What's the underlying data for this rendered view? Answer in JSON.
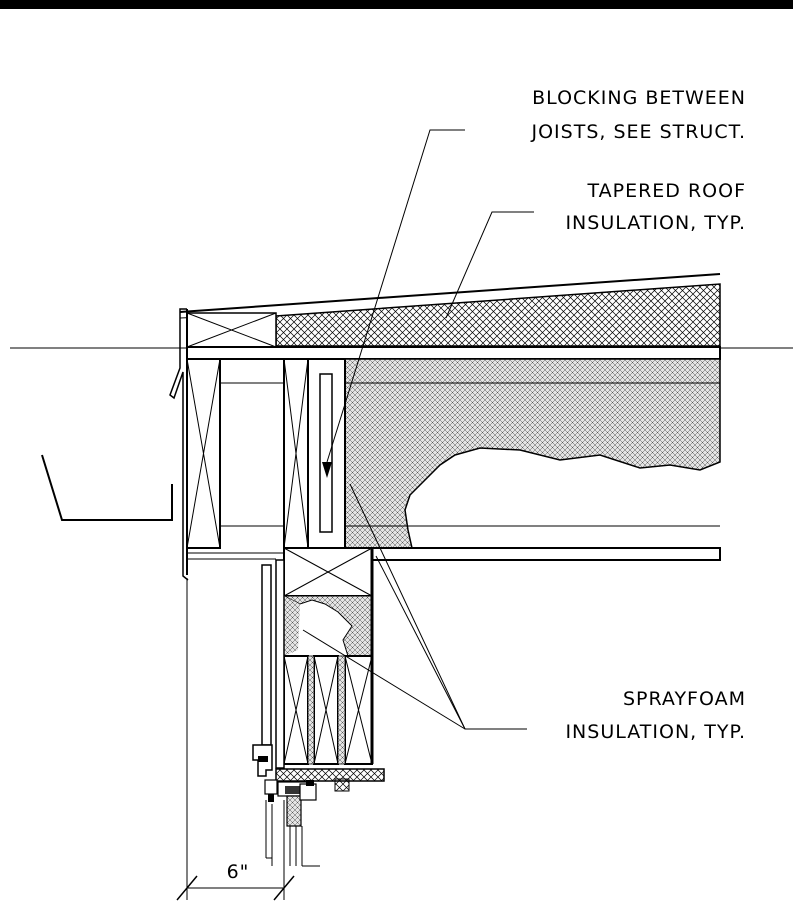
{
  "annotations": {
    "blocking": {
      "line1": "BLOCKING BETWEEN",
      "line2": "JOISTS, SEE STRUCT."
    },
    "tapered_insulation": {
      "line1": "TAPERED ROOF",
      "line2": "INSULATION, TYP."
    },
    "sprayfoam": {
      "line1": "SPRAYFOAM",
      "line2": "INSULATION, TYP."
    }
  },
  "dimension": {
    "label": "6\""
  }
}
